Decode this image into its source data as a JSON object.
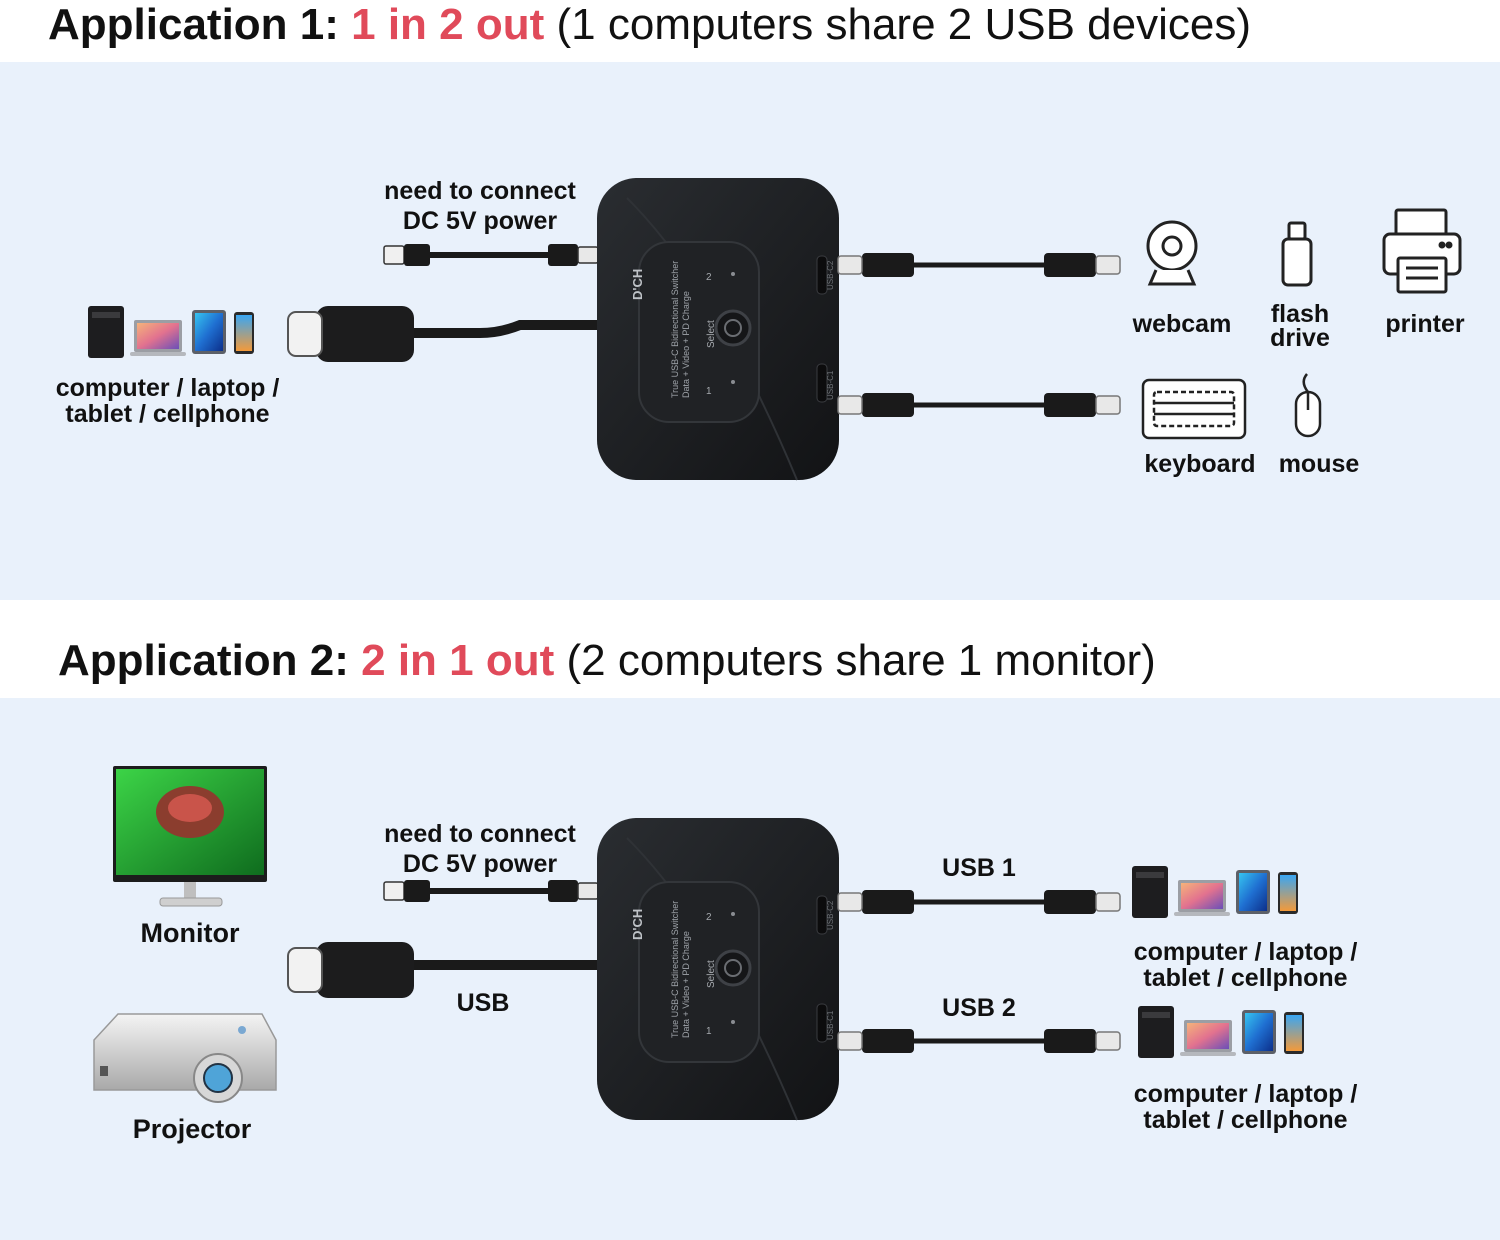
{
  "app1": {
    "title_prefix": "Application 1:",
    "title_highlight": "1 in 2 out",
    "title_suffix": "(1 computers share 2 USB devices)",
    "power_line1": "need to connect",
    "power_line2": "DC 5V power",
    "source_line1": "computer / laptop /",
    "source_line2": "tablet / cellphone",
    "devices": {
      "webcam": "webcam",
      "flash_line1": "flash",
      "flash_line2": "drive",
      "printer": "printer",
      "keyboard": "keyboard",
      "mouse": "mouse"
    }
  },
  "app2": {
    "title_prefix": "Application 2:",
    "title_highlight": "2 in 1 out",
    "title_suffix": "(2 computers share 1 monitor)",
    "power_line1": "need to connect",
    "power_line2": "DC 5V power",
    "usb_label": "USB",
    "usb1_label": "USB 1",
    "usb2_label": "USB 2",
    "monitor": "Monitor",
    "projector": "Projector",
    "target1_line1": "computer / laptop /",
    "target1_line2": "tablet / cellphone",
    "target2_line1": "computer / laptop /",
    "target2_line2": "tablet / cellphone"
  },
  "device": {
    "brand": "D'CH",
    "model_line1": "True USB-C Bidirectional Switcher",
    "model_line2": "Data + Video + PD Charge",
    "port1": "1",
    "port2": "2",
    "select": "Select",
    "port_c1": "USB-C1",
    "port_c2": "USB-C2"
  },
  "colors": {
    "accent": "#e04a5a",
    "panel": "#e9f1fb",
    "device": "#1b1d20"
  }
}
